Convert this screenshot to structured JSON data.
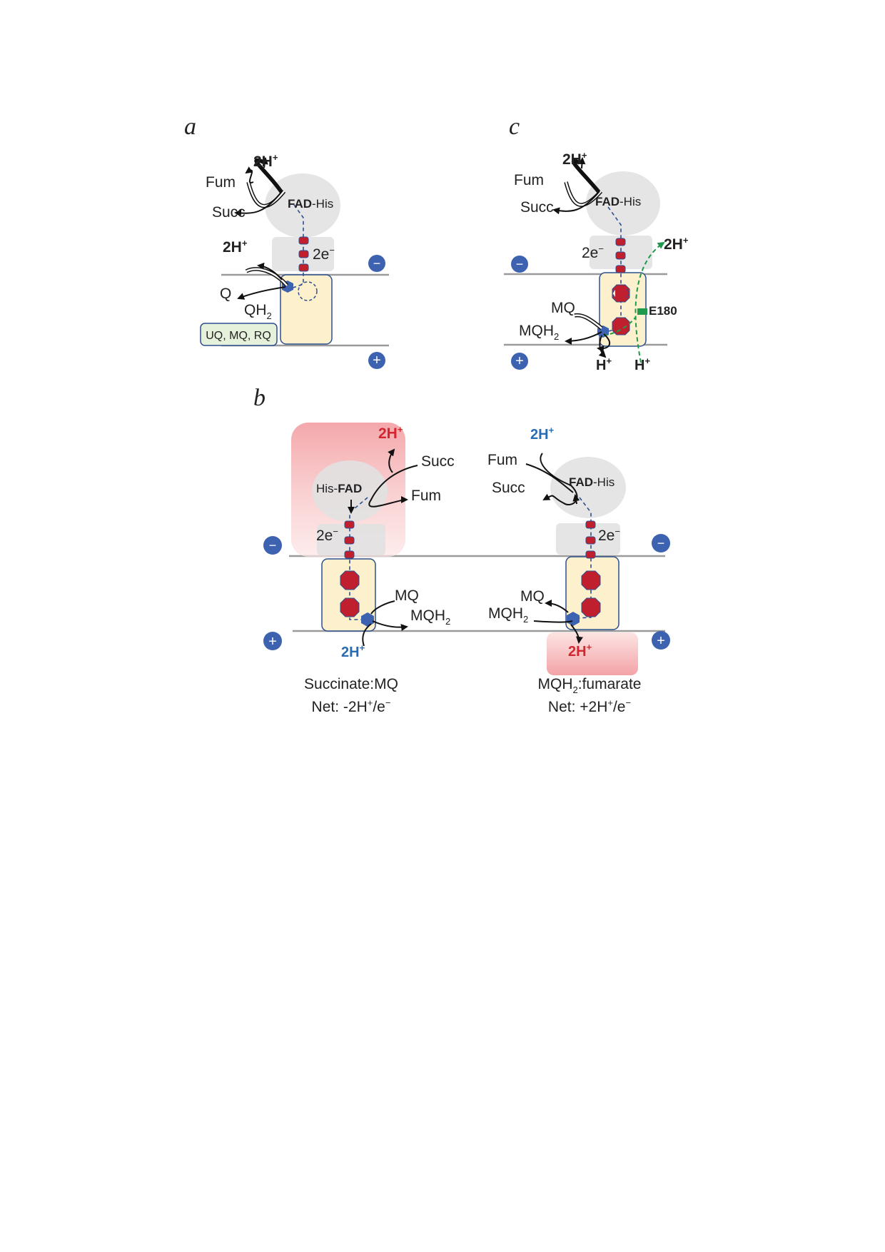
{
  "panels": {
    "a": {
      "letter": "a",
      "proton_top": "2H",
      "proton_mid": "2H",
      "fum": "Fum",
      "succ": "Succ",
      "fad_bold": "FAD",
      "fad_rest": "-His",
      "electrons": "2e",
      "q": "Q",
      "qh": "QH",
      "qh_sub": "2",
      "quinones": "UQ, MQ, RQ"
    },
    "c": {
      "letter": "c",
      "proton_top": "2H",
      "proton_right": "2H",
      "fum": "Fum",
      "succ": "Succ",
      "fad_bold": "FAD",
      "fad_rest": "-His",
      "electrons": "2e",
      "mq": "MQ",
      "mqh": "MQH",
      "mqh_sub": "2",
      "residue": "E180",
      "h_left": "H",
      "h_right": "H"
    },
    "b": {
      "letter": "b",
      "left": {
        "proton_top": "2H",
        "succ": "Succ",
        "fum": "Fum",
        "his": "His-",
        "fad": "FAD",
        "electrons": "2e",
        "mq": "MQ",
        "mqh": "MQH",
        "mqh_sub": "2",
        "proton_bottom": "2H",
        "caption1": "Succinate:MQ",
        "caption2_pre": "Net: -2H",
        "caption2_post": "/e"
      },
      "right": {
        "proton_top": "2H",
        "fum": "Fum",
        "succ": "Succ",
        "fad_bold": "FAD",
        "fad_rest": "-His",
        "electrons": "2e",
        "mq": "MQ",
        "mqh": "MQH",
        "mqh_sub": "2",
        "proton_bottom": "2H",
        "caption1_pre": "MQH",
        "caption1_sub": "2",
        "caption1_post": ":fumarate",
        "caption2_pre": "Net: +2H",
        "caption2_post": "/e"
      }
    },
    "signs": {
      "minus": "−",
      "plus": "+",
      "sup_plus": "+",
      "sup_minus": "−"
    }
  },
  "colors": {
    "membrane": "#9a9a9a",
    "flavo_subunit": "#e5e5e5",
    "membrane_anchor": "#fdf0cc",
    "heme_red": "#c0202e",
    "quinone_site": "#3d62b0",
    "proton_red": "#d3262e",
    "proton_blue": "#2a6cb3",
    "green_path": "#1f9a4c",
    "quinone_box": "#e6f1dc"
  }
}
